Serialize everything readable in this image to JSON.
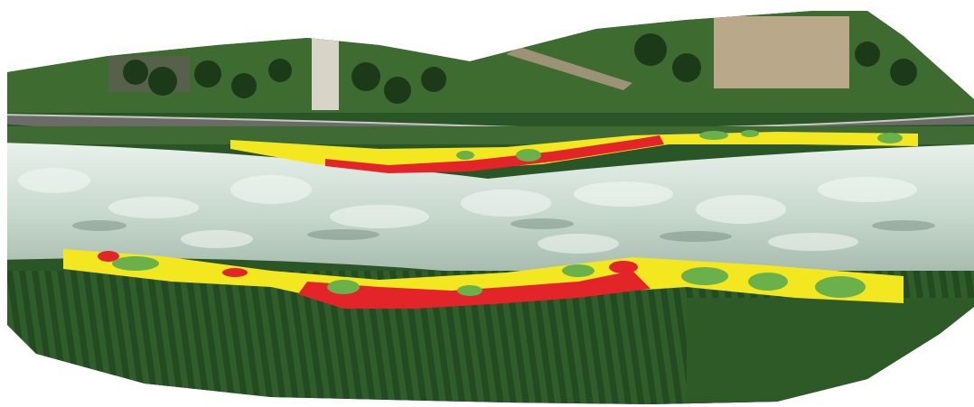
{
  "image": {
    "description_hidden": "",
    "colors": {
      "background": "#ffffff",
      "vegetation_dark": "#1f3f1c",
      "vegetation_mid": "#2f5e2a",
      "vegetation_light": "#4f8a3f",
      "road": "#6b6b68",
      "road_edge": "#c9c9c4",
      "river_water": "#d8e4dc",
      "river_shadow": "#8aa596",
      "building_roof": "#d9d4c8",
      "gravel_lot": "#b9a98a",
      "class_red": "#e3252a",
      "class_yellow": "#f3e81f",
      "class_green": "#6ab04b"
    },
    "legend": [
      {
        "class": "red",
        "color": "#e3252a"
      },
      {
        "class": "yellow",
        "color": "#f3e81f"
      },
      {
        "class": "green",
        "color": "#6ab04b"
      }
    ]
  }
}
